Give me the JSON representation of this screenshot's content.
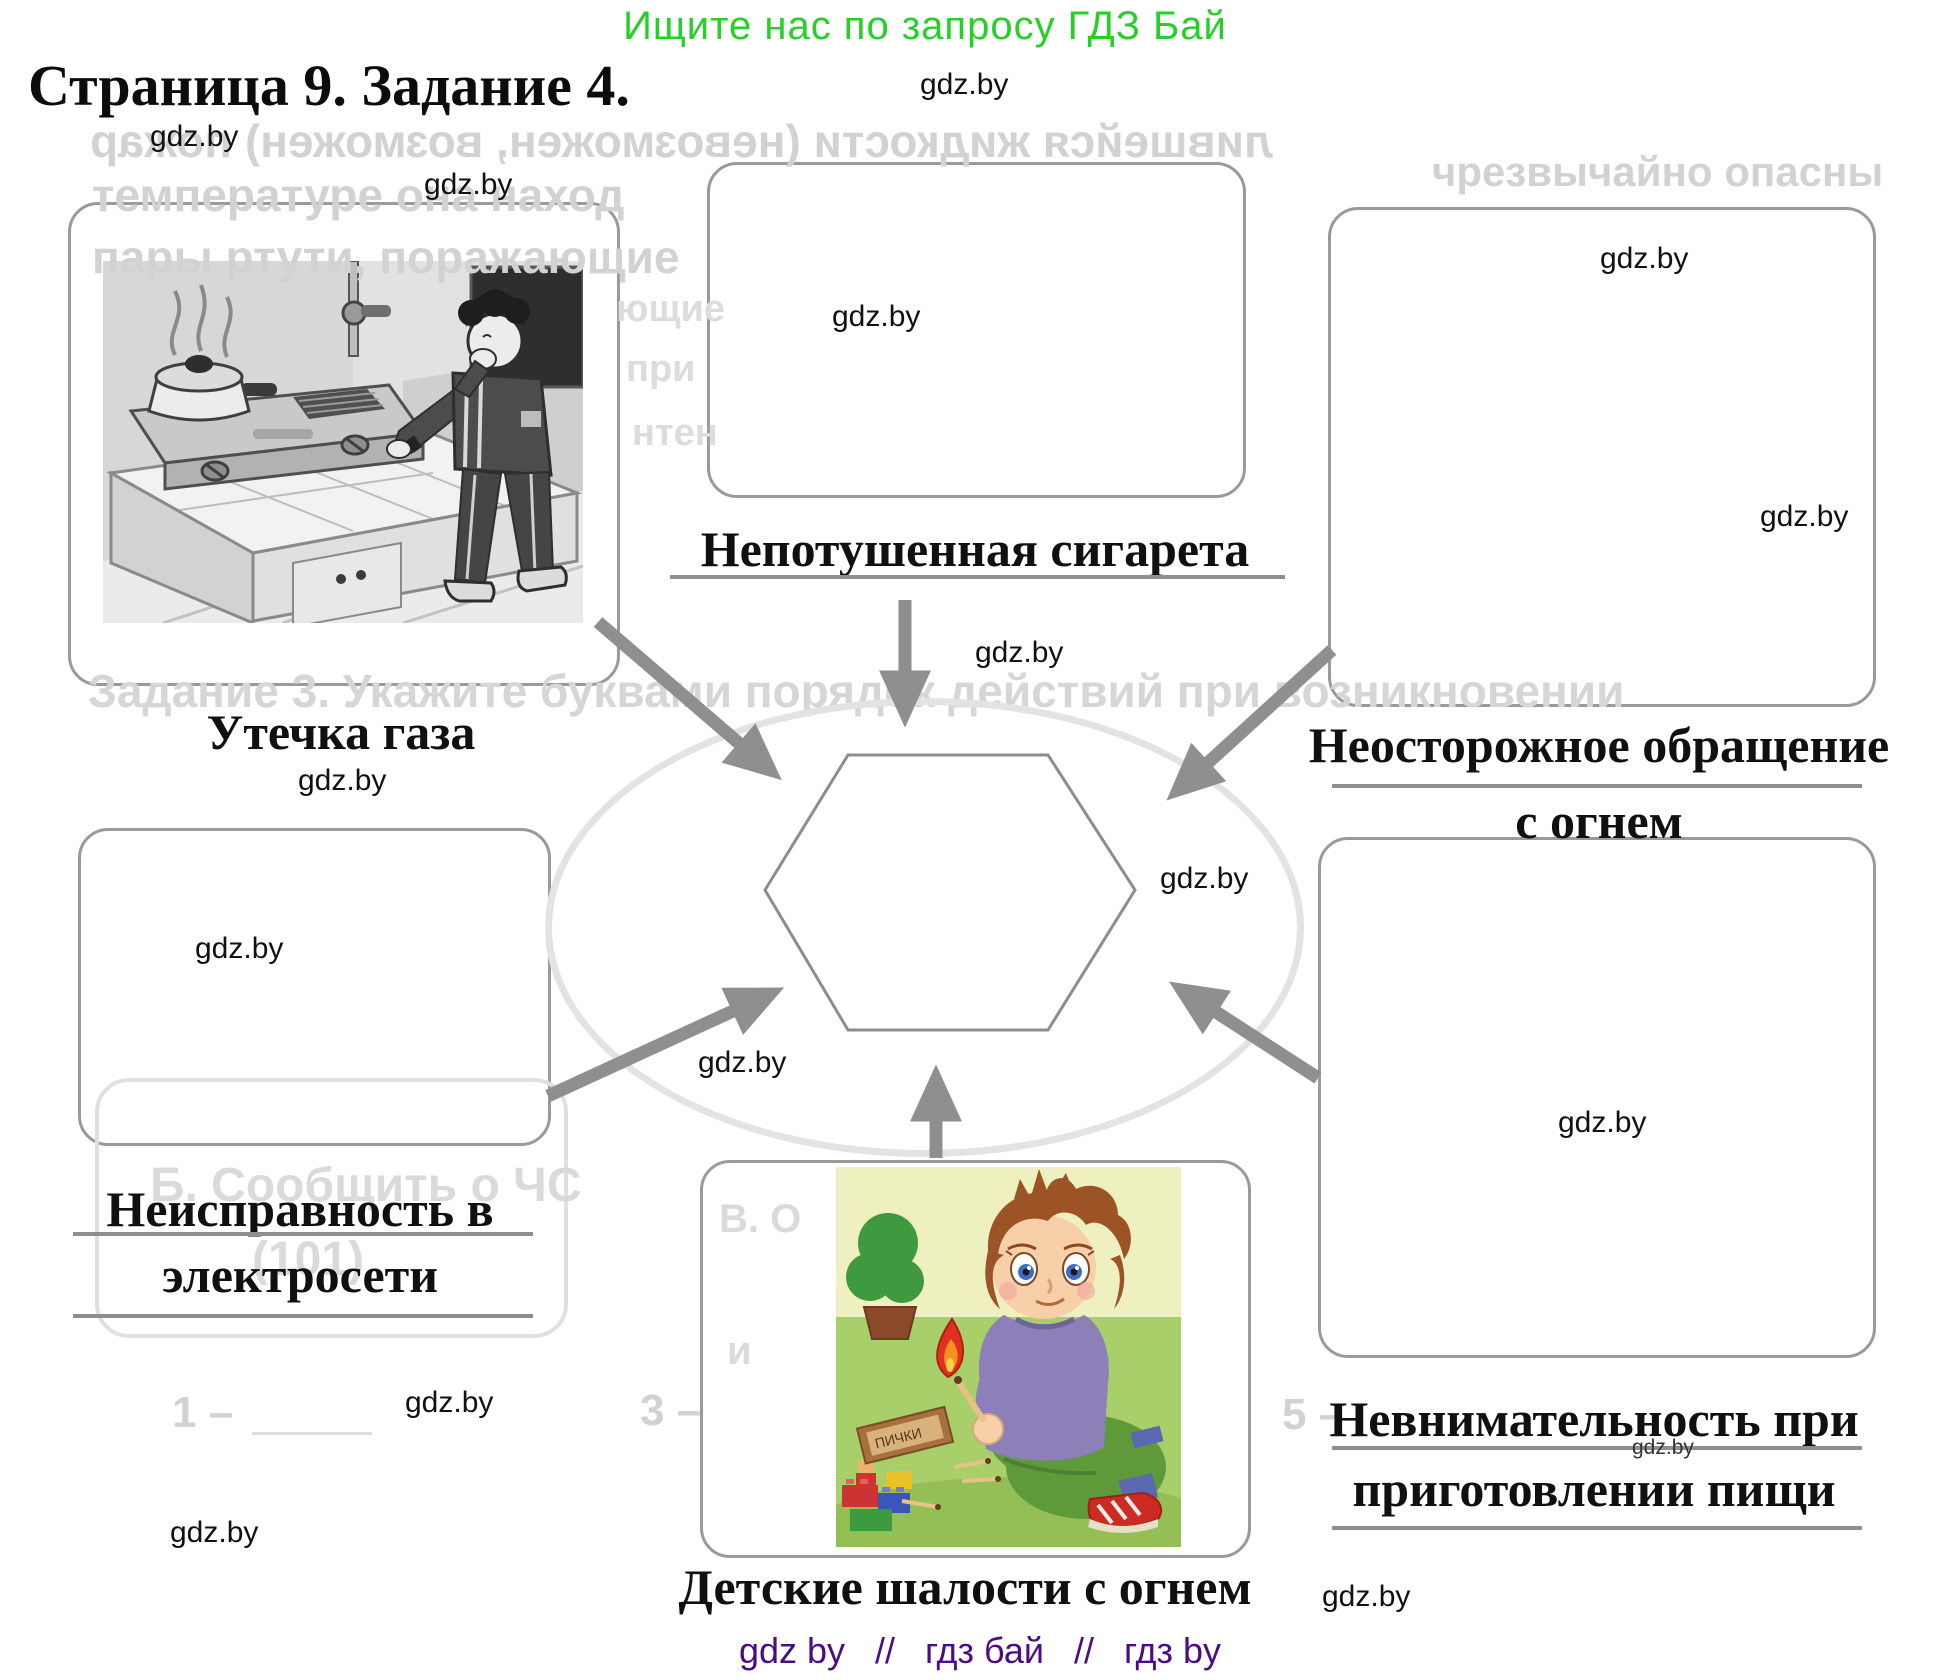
{
  "page": {
    "promo_text": "Ищите нас по запросу ГДЗ Бай",
    "title": "Страница 9. Задание 4.",
    "watermark": "gdz.by",
    "footer": {
      "token1": "gdz by",
      "sep": "//",
      "token2": "гдз бай",
      "token3": "гдз by"
    }
  },
  "colors": {
    "promo_green": "#26d026",
    "footer_purple": "#4a0d85",
    "box_border_gray": "#9a9a9a",
    "arrow_gray": "#8f8f8f",
    "label_black": "#101010"
  },
  "diagram": {
    "center_shape": "hexagon",
    "causes": [
      {
        "id": "gas-leak",
        "label": "Утечка газа"
      },
      {
        "id": "unextinguished-cigarette",
        "label": "Непотушенная сигарета"
      },
      {
        "id": "careless-fire-handling",
        "label_line1": "Неосторожное обращение",
        "label_line2": "с огнем"
      },
      {
        "id": "electrical-fault",
        "label_line1": "Неисправность в",
        "label_line2": "электросети"
      },
      {
        "id": "children-pranks-with-fire",
        "label": "Детские шалости с огнем"
      },
      {
        "id": "cooking-inattention",
        "label_line1": "Невнимательность при",
        "label_line2": "приготовлении пищи"
      }
    ],
    "matchbox_label": "ПИЧКИ"
  },
  "background_remnants": {
    "mirrored_line": "лившейся жидкости (невозможен, возможен) пожар",
    "line_temperature": "температуре она наход",
    "line_danger": "чрезвычайно опасны",
    "line_mercury": "пары ртути, поражающие",
    "frag1": "ющие",
    "frag2": "при",
    "frag3": "нтен",
    "task3_line": "Задание 3. Укажите буквами порядок действий при возникновении",
    "report_line1": "Б. Сообщить о ЧС",
    "report_line2": "(101)",
    "frag_v": "В. О",
    "frag_i": "и",
    "num1": "1 –",
    "num3": "3 –",
    "num5": "5 –"
  }
}
